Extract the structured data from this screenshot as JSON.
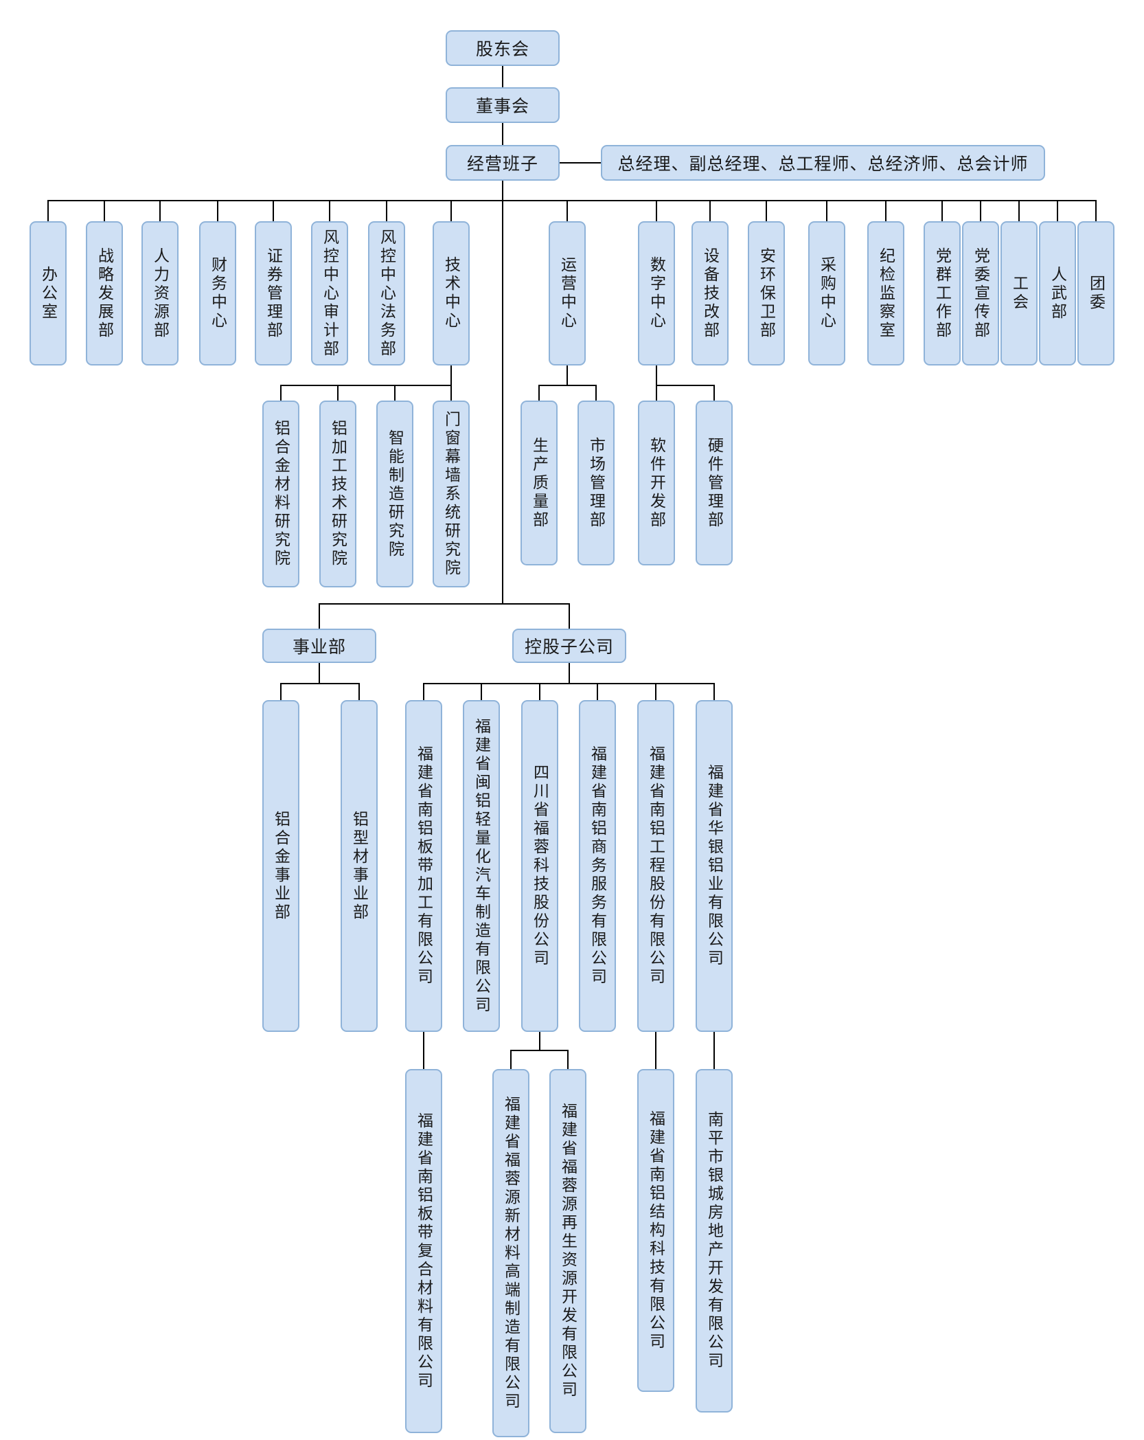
{
  "colors": {
    "node_fill": "#cfe0f4",
    "node_border": "#8fb3d9",
    "connector": "#000000",
    "text": "#1a1a1a"
  },
  "org": {
    "top": {
      "shareholders": "股东会",
      "board": "董事会",
      "management": "经营班子",
      "management_roles": "总经理、副总经理、总工程师、总经济师、总会计师"
    },
    "departments": [
      "办公室",
      "战略发展部",
      "人力资源部",
      "财务中心",
      "证券管理部",
      "风控中心审计部",
      "风控中心法务部",
      "技术中心",
      "运营中心",
      "数字中心",
      "设备技改部",
      "安环保卫部",
      "采购中心",
      "纪检监察室",
      "党群工作部",
      "党委宣传部",
      "工会",
      "人武部",
      "团委"
    ],
    "tech_center_children": [
      "铝合金材料研究院",
      "铝加工技术研究院",
      "智能制造研究院",
      "门窗幕墙系统研究院"
    ],
    "operations_center_children": [
      "生产质量部",
      "市场管理部"
    ],
    "digital_center_children": [
      "软件开发部",
      "硬件管理部"
    ],
    "groups": {
      "divisions": "事业部",
      "subsidiaries": "控股子公司"
    },
    "divisions": [
      "铝合金事业部",
      "铝型材事业部"
    ],
    "subsidiaries": [
      "福建省南铝板带加工有限公司",
      "福建省闽铝轻量化汽车制造有限公司",
      "四川省福蓉科技股份公司",
      "福建省南铝商务服务有限公司",
      "福建省南铝工程股份有限公司",
      "福建省华银铝业有限公司"
    ],
    "second_level_subsidiaries": [
      "福建省南铝板带复合材料有限公司",
      "福建省福蓉源新材料高端制造有限公司",
      "福建省福蓉源再生资源开发有限公司",
      "福建省南铝结构科技有限公司",
      "南平市银城房地产开发有限公司"
    ]
  }
}
